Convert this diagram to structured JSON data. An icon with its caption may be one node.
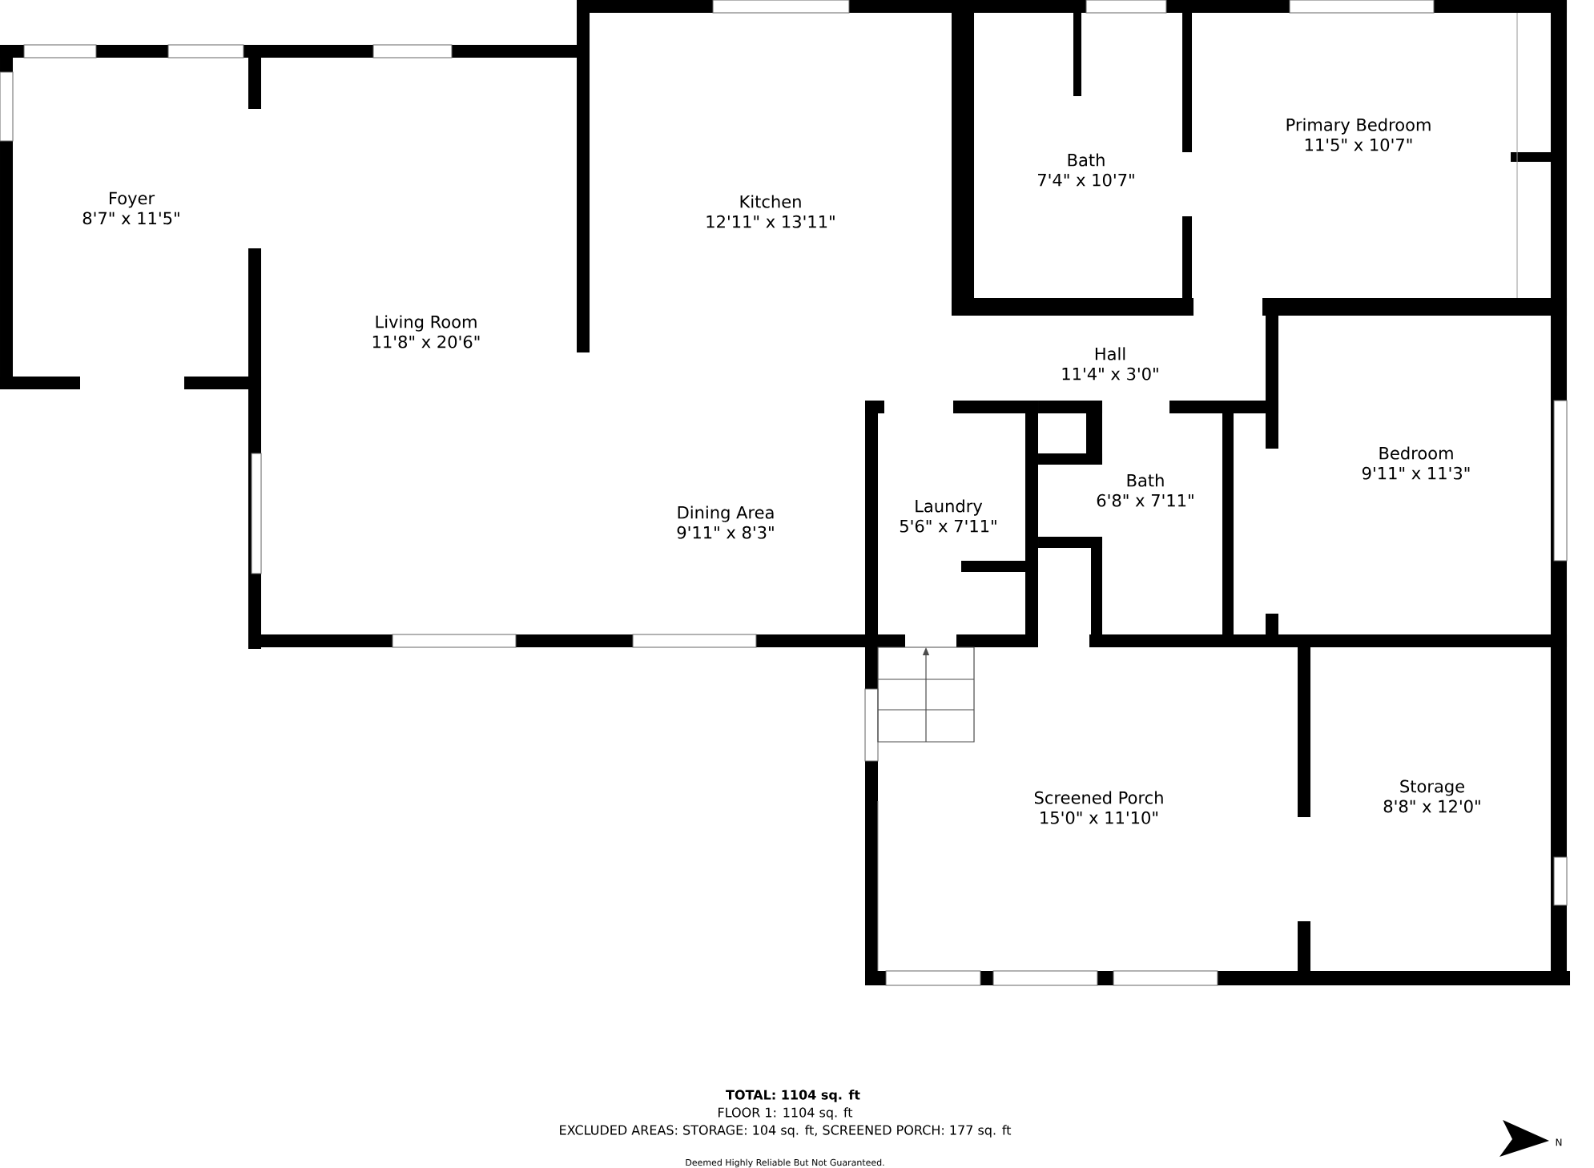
{
  "diagram": {
    "nodes": [
      {
        "text": [
          "Bath",
          "7'4\" x 10'7\""
        ]
      },
      {
        "text": [
          "Primary Bedroom",
          "11'5\" x 10'7\""
        ]
      },
      {
        "text": [
          "Foyer",
          "8'7\" x 11'5\""
        ]
      },
      {
        "text": [
          "Kitchen",
          "12'11\" x 13'11\""
        ]
      },
      {
        "text": [
          "Living Room",
          "11'8\" x 20'6\""
        ]
      },
      {
        "text": [
          "Hall",
          "11'4\" x 3'0\""
        ]
      },
      {
        "text": [
          "Bedroom",
          "9'11\" x 11'3\""
        ]
      },
      {
        "text": [
          "Bath",
          "6'8\" x 7'11\""
        ]
      },
      {
        "text": [
          "Laundry",
          "5'6\" x 7'11\""
        ]
      },
      {
        "text": [
          "Dining Area",
          "9'11\" x 8'3\""
        ]
      },
      {
        "text": [
          "Screened Porch",
          "15'0\" x 11'10\""
        ]
      },
      {
        "text": [
          "Storage",
          "8'8\" x 12'0\""
        ]
      }
    ],
    "labels": [
      "TOTAL: 1104 sq. ft",
      "FLOOR 1: 1104 sq. ft",
      "EXCLUDED AREAS: STORAGE: 104 sq. ft, SCREENED PORCH: 177 sq. ft",
      "Deemed Highly Reliable But Not Guaranteed.",
      "N"
    ]
  }
}
